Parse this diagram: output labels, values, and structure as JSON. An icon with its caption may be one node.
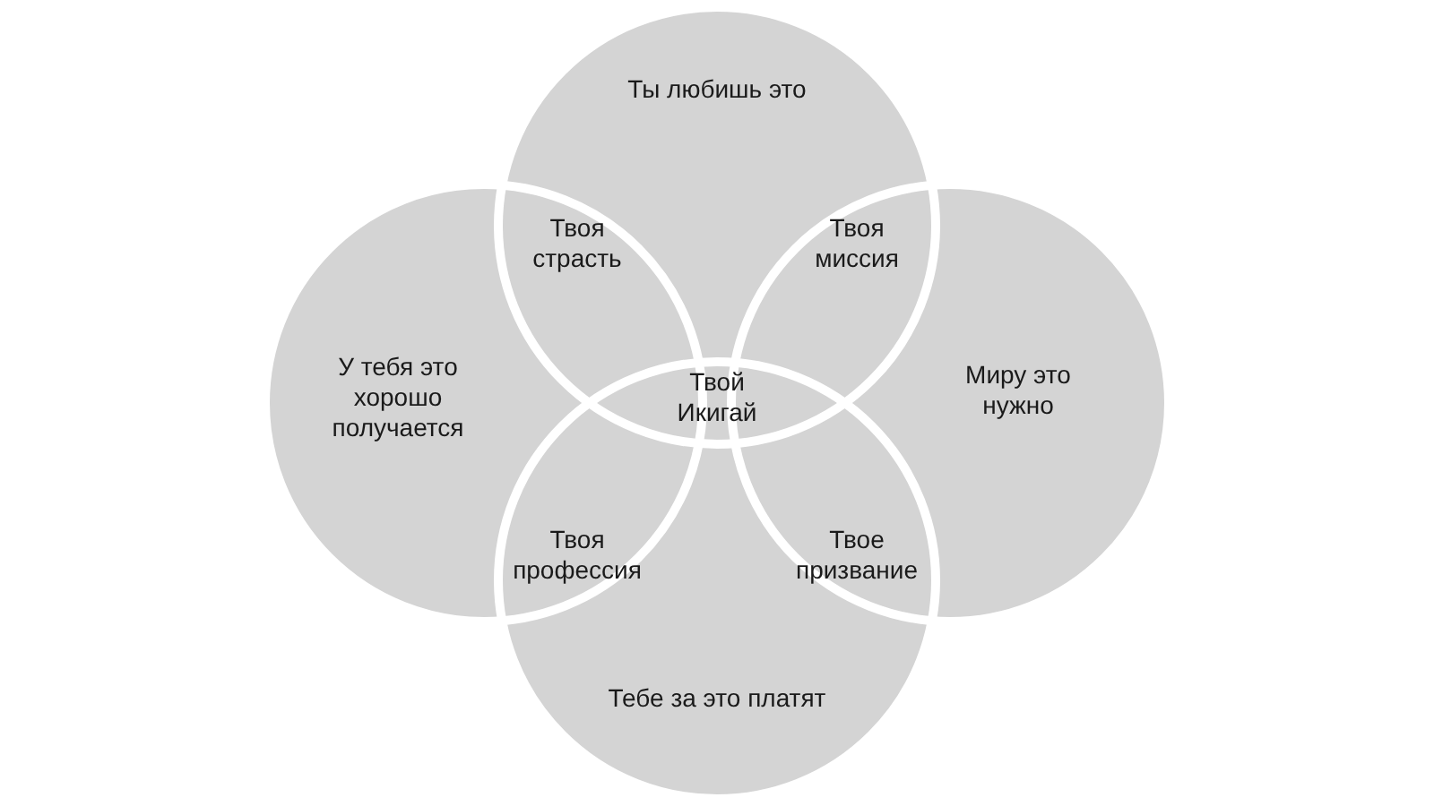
{
  "diagram": {
    "nodes": [
      {
        "text": [
          "Ты любишь это"
        ]
      },
      {
        "text": [
          "У тебя это хорошо получается"
        ]
      },
      {
        "text": [
          "Миру это нужно"
        ]
      },
      {
        "text": [
          "Тебе за это платят"
        ]
      }
    ],
    "labels": [
      "Твоя страсть",
      "Твоя миссия",
      "Твой Икигай",
      "Твоя профессия",
      "Твое призвание"
    ]
  }
}
